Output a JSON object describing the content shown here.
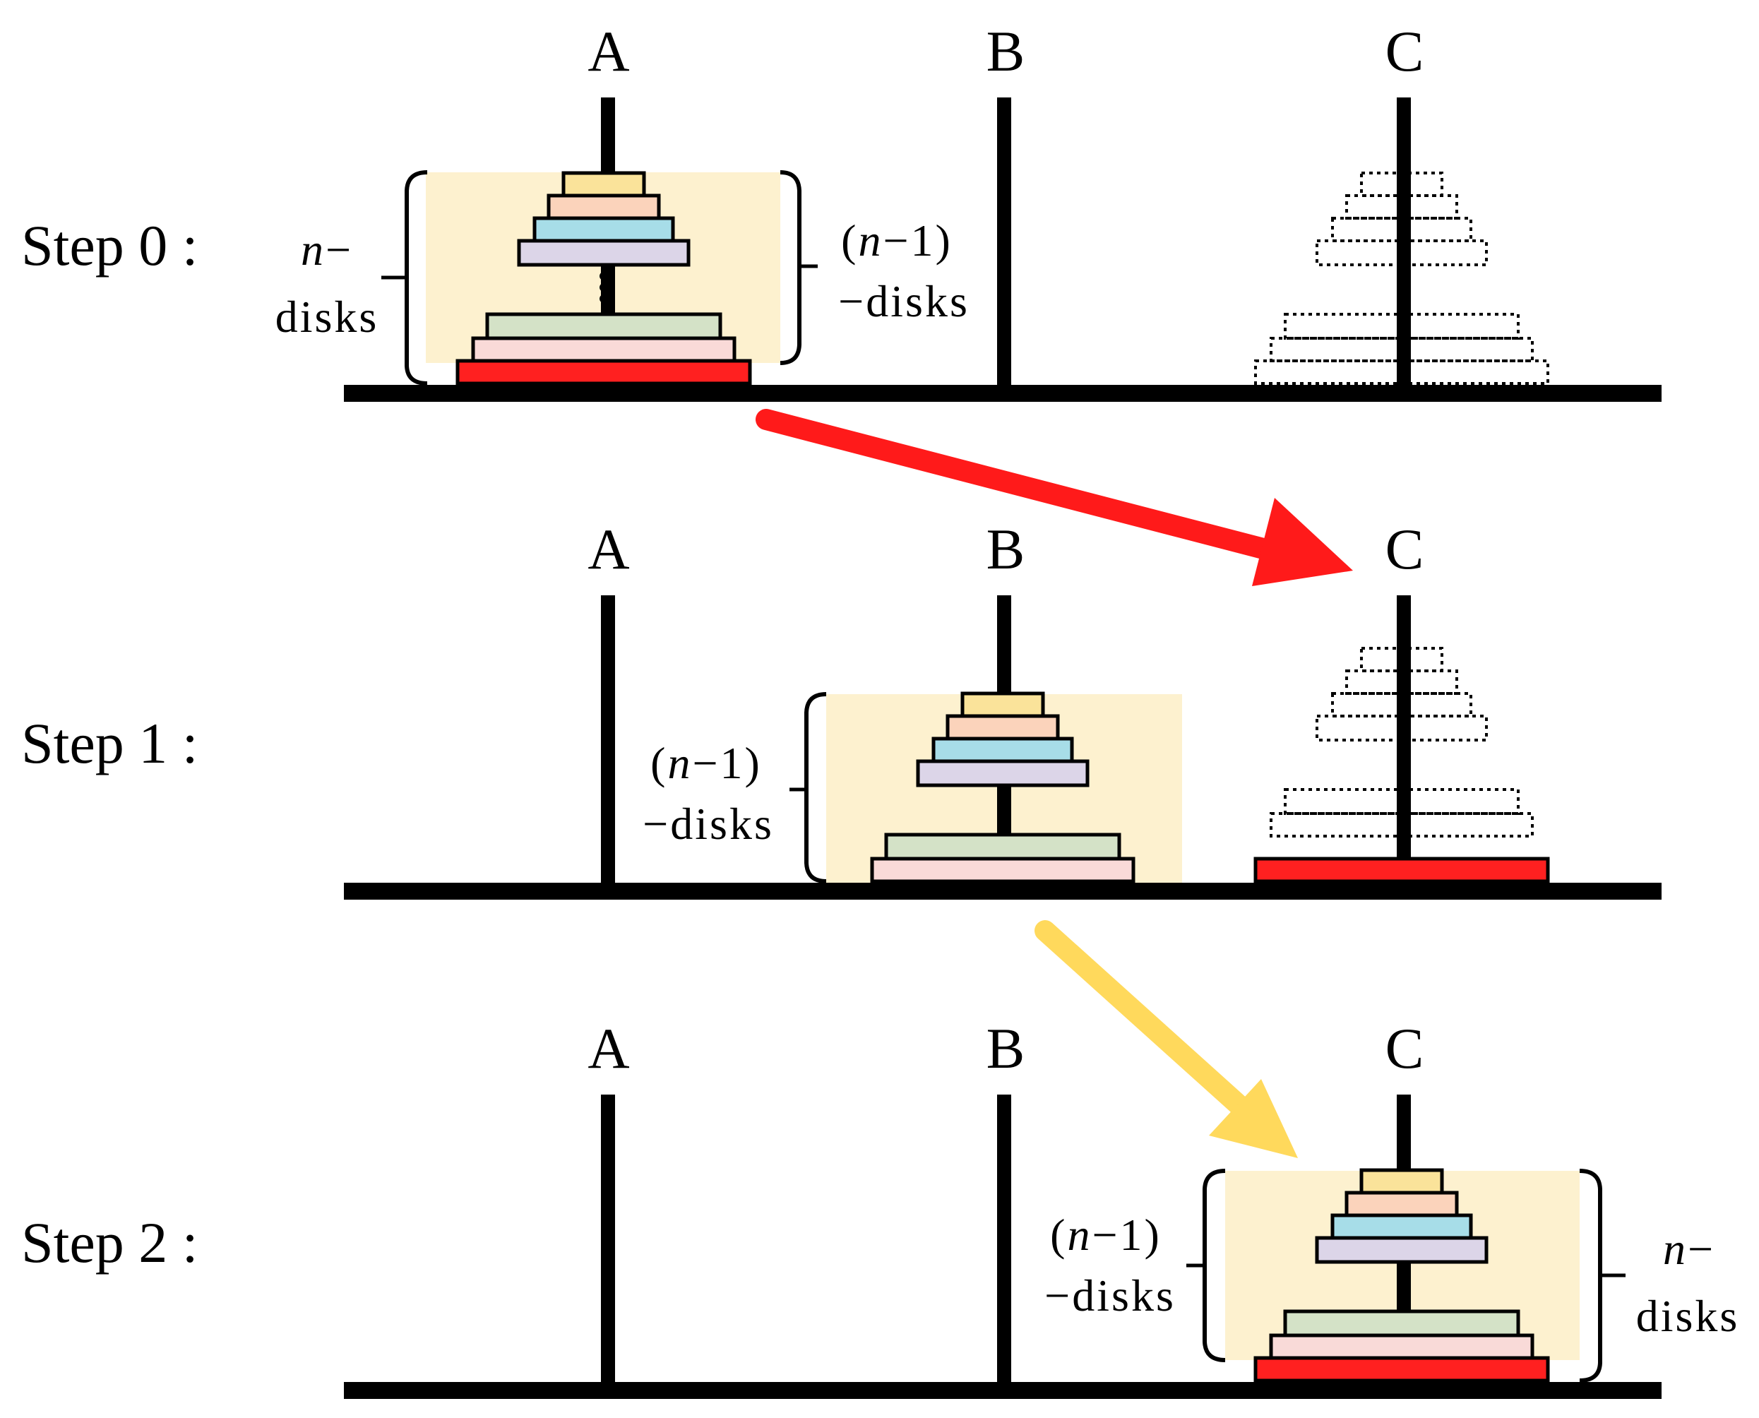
{
  "colors": {
    "disk_yellow": "#FAE39A",
    "disk_peach": "#FBD3BB",
    "disk_blue": "#A7DDE8",
    "disk_lavender": "#DCD5E8",
    "disk_green": "#D4E2C7",
    "disk_pink": "#F9DAD8",
    "disk_red": "#FF2020",
    "highlight": "#FDF1CF",
    "arrow_red": "#FF1A1A",
    "arrow_yellow": "#FFD95C",
    "ink": "#000000"
  },
  "steps": [
    {
      "label": "Step 0 :",
      "rods": [
        "A",
        "B",
        "C"
      ],
      "left_note": {
        "n": "n",
        "minus": "−",
        "disks": "disks"
      },
      "right_note": {
        "open": "(",
        "n": "n",
        "rest": "−1)",
        "disks": "−disks"
      }
    },
    {
      "label": "Step 1 :",
      "rods": [
        "A",
        "B",
        "C"
      ],
      "left_note": {
        "open": "(",
        "n": "n",
        "rest": "−1)",
        "disks": "−disks"
      }
    },
    {
      "label": "Step 2 :",
      "rods": [
        "A",
        "B",
        "C"
      ],
      "left_note": {
        "open": "(",
        "n": "n",
        "rest": "−1)",
        "disks": "−disks"
      },
      "right_note": {
        "n": "n",
        "minus": "−",
        "disks": "disks"
      }
    }
  ]
}
